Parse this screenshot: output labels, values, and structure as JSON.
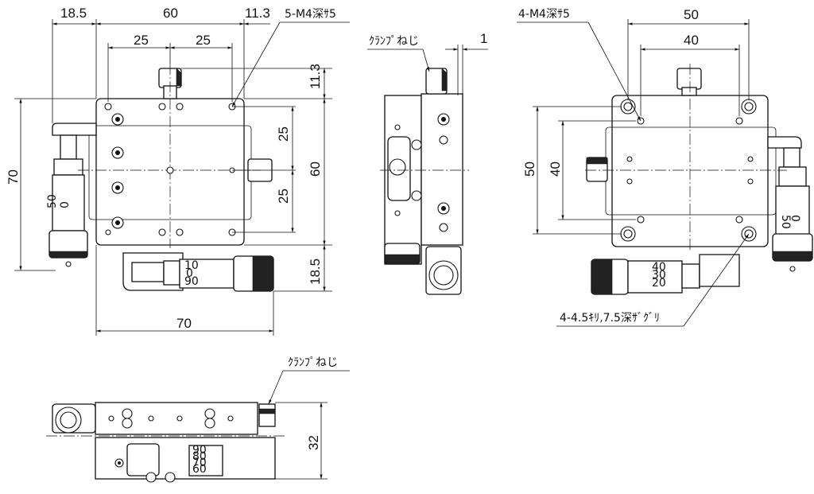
{
  "top_view": {
    "dims": {
      "d18_5_top": "18.5",
      "d60_top": "60",
      "d11_3_top": "11.3",
      "d25_left": "25",
      "d25_right": "25",
      "d70_left": "70",
      "d11_3_right": "11.3",
      "d25_v_upper": "25",
      "d25_v_lower": "25",
      "d60_right": "60",
      "d18_5_right": "18.5",
      "d70_bottom": "70"
    },
    "notes": {
      "tapped_holes": "5-M4深ｻ5"
    }
  },
  "side_view": {
    "notes": {
      "clamp_screw": "ｸﾗﾝﾌﾟねじ"
    },
    "dims": {
      "d1": "1"
    }
  },
  "bottom_view": {
    "notes": {
      "tapped_holes": "4-M4深ｻ5",
      "counterbore": "4-4.5ｷﾘ,7.5深ｻﾞｸﾞﾘ"
    },
    "dims": {
      "d50_top": "50",
      "d40_top": "40",
      "d50_left": "50",
      "d40_left": "40"
    }
  },
  "front_view": {
    "notes": {
      "clamp_screw": "ｸﾗﾝﾌﾟねじ"
    },
    "dims": {
      "d32": "32"
    }
  },
  "micrometer_scale": {
    "a": [
      "10",
      "0",
      "90"
    ],
    "b": [
      "40",
      "30",
      "20"
    ],
    "c": [
      "90",
      "80",
      "70",
      "60"
    ],
    "d": [
      "50",
      "0"
    ]
  }
}
